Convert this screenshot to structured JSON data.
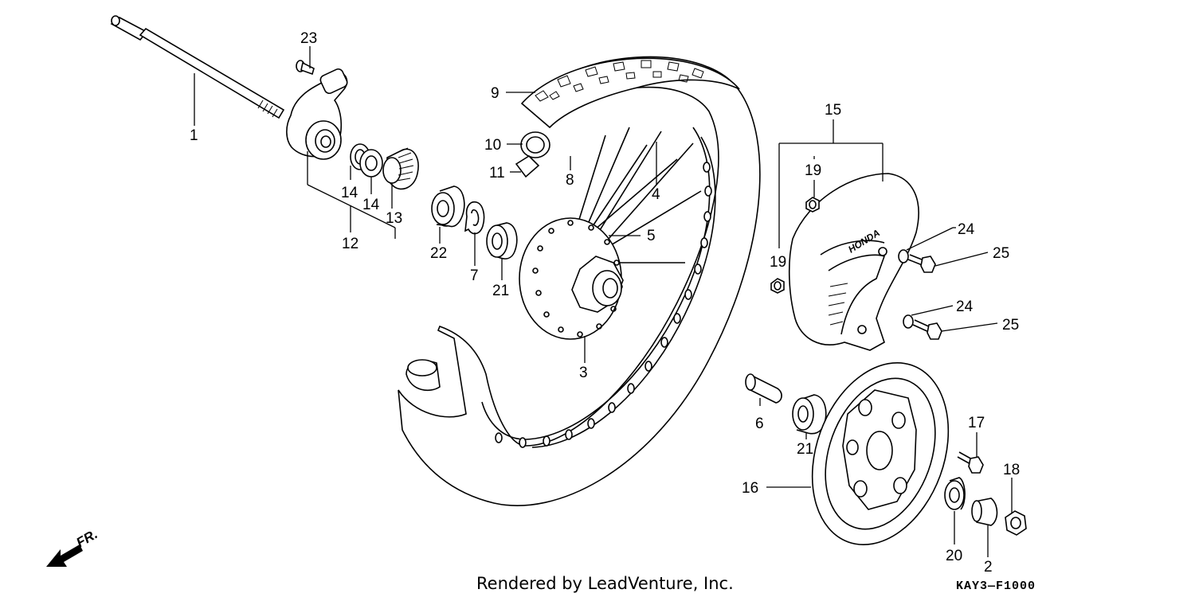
{
  "callouts": [
    {
      "id": "c1",
      "text": "1"
    },
    {
      "id": "c2",
      "text": "2"
    },
    {
      "id": "c3",
      "text": "3"
    },
    {
      "id": "c4",
      "text": "4"
    },
    {
      "id": "c5",
      "text": "5"
    },
    {
      "id": "c6",
      "text": "6"
    },
    {
      "id": "c7",
      "text": "7"
    },
    {
      "id": "c8",
      "text": "8"
    },
    {
      "id": "c9",
      "text": "9"
    },
    {
      "id": "c10",
      "text": "10"
    },
    {
      "id": "c11",
      "text": "11"
    },
    {
      "id": "c12",
      "text": "12"
    },
    {
      "id": "c13",
      "text": "13"
    },
    {
      "id": "c14a",
      "text": "14"
    },
    {
      "id": "c14b",
      "text": "14"
    },
    {
      "id": "c15",
      "text": "15"
    },
    {
      "id": "c16",
      "text": "16"
    },
    {
      "id": "c17",
      "text": "17"
    },
    {
      "id": "c18",
      "text": "18"
    },
    {
      "id": "c19a",
      "text": "19"
    },
    {
      "id": "c19b",
      "text": "19"
    },
    {
      "id": "c20",
      "text": "20"
    },
    {
      "id": "c21a",
      "text": "21"
    },
    {
      "id": "c21b",
      "text": "21"
    },
    {
      "id": "c22",
      "text": "22"
    },
    {
      "id": "c23",
      "text": "23"
    },
    {
      "id": "c24a",
      "text": "24"
    },
    {
      "id": "c24b",
      "text": "24"
    },
    {
      "id": "c25a",
      "text": "25"
    },
    {
      "id": "c25b",
      "text": "25"
    }
  ],
  "direction_label": "FR.",
  "footer_credit": "Rendered by LeadVenture, Inc.",
  "diagram_code": "KAY3—F1000",
  "brand_mark": "HONDA"
}
